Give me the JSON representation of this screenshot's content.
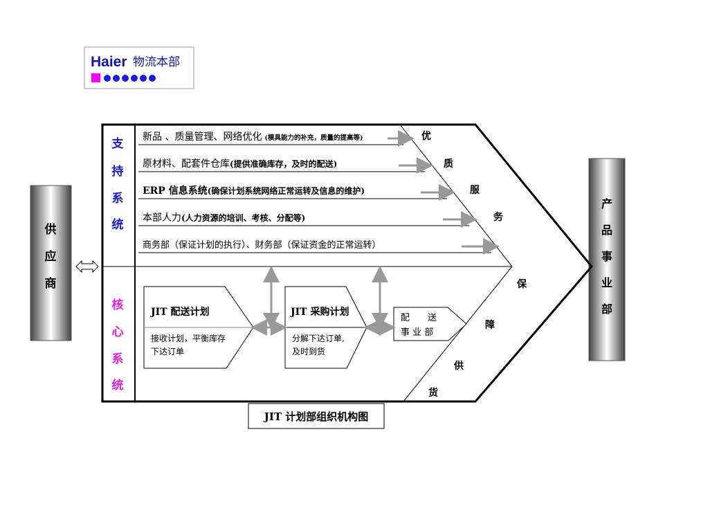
{
  "logo": {
    "brand": "Haier",
    "dept": "物流本部"
  },
  "supplier": [
    "供",
    "应",
    "商"
  ],
  "product_dept": [
    "产",
    "品",
    "事",
    "业",
    "部"
  ],
  "support_system": {
    "label": [
      "支",
      "持",
      "系",
      "统"
    ],
    "color": "#1a1acc",
    "rows": [
      {
        "main": "新品 、质量管理、网络优化",
        "note": "(模具能力的补充，质量的提高等)"
      },
      {
        "main": "原材料、配套件仓库",
        "note": "(提供准确库存，及时的配送)"
      },
      {
        "main": "ERP 信息系统",
        "note": "(确保计划系统网络正常运转及信息的维护)"
      },
      {
        "main": "本部人力",
        "note": "(人力资源的培训、考核、分配等)"
      },
      {
        "main": "商务部（保证计划的执行）、财务部（保证资金的正常运转）",
        "note": ""
      }
    ]
  },
  "core_system": {
    "label": [
      "核",
      "心",
      "系",
      "统"
    ],
    "color": "#e020e0",
    "boxes": [
      {
        "title": "JIT 配送计划",
        "desc": [
          "接收计划，平衡库存",
          "下达订单"
        ]
      },
      {
        "title": "JIT 采购计划",
        "desc": [
          "分解下达订单,",
          "及时到货"
        ]
      }
    ],
    "delivery": {
      "line1": "配　　送",
      "line2": "事 业 部"
    }
  },
  "quality_service": [
    "优",
    "质",
    "服",
    "务"
  ],
  "supply_guarantee": [
    "保",
    "障",
    "供",
    "货"
  ],
  "caption": "JIT 计划部组织机构图"
}
